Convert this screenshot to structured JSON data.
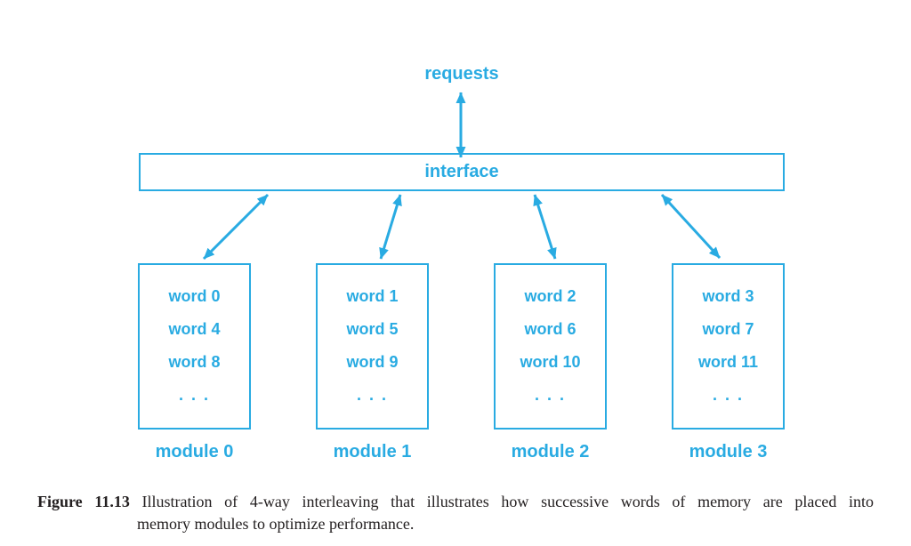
{
  "palette": {
    "accent": "#29ABE2",
    "caption_text": "#221e1f",
    "background": "#ffffff"
  },
  "diagram": {
    "requests_label": "requests",
    "interface_label": "interface",
    "modules": [
      {
        "label": "module 0",
        "words": [
          "word 0",
          "word 4",
          "word 8",
          ". . ."
        ]
      },
      {
        "label": "module 1",
        "words": [
          "word 1",
          "word 5",
          "word 9",
          ". . ."
        ]
      },
      {
        "label": "module 2",
        "words": [
          "word 2",
          "word 6",
          "word 10",
          ". . ."
        ]
      },
      {
        "label": "module 3",
        "words": [
          "word 3",
          "word 7",
          "word 11",
          ". . ."
        ]
      }
    ]
  },
  "caption": {
    "figure_label": "Figure 11.13",
    "line1": "Illustration of 4-way interleaving that illustrates how successive words of memory are placed into",
    "line2": "memory modules to optimize performance."
  }
}
